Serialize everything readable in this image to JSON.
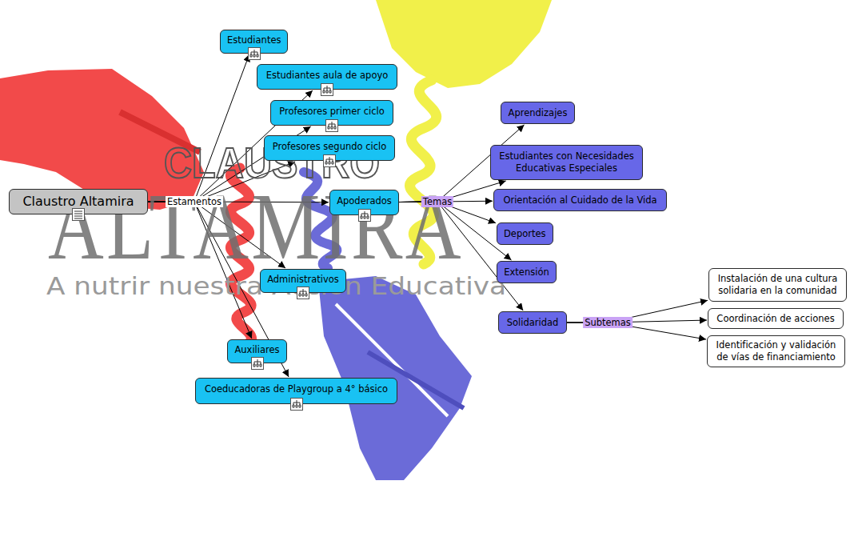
{
  "diagram": {
    "nodes": [
      {
        "text": [
          "Claustro Altamira"
        ]
      },
      {
        "text": [
          "Estudiantes"
        ]
      },
      {
        "text": [
          "Estudiantes aula de apoyo"
        ]
      },
      {
        "text": [
          "Profesores primer ciclo"
        ]
      },
      {
        "text": [
          "Profesores segundo ciclo"
        ]
      },
      {
        "text": [
          "Apoderados"
        ]
      },
      {
        "text": [
          "Administrativos"
        ]
      },
      {
        "text": [
          "Auxiliares"
        ]
      },
      {
        "text": [
          "Coeducadoras de Playgroup a 4° básico"
        ]
      },
      {
        "text": [
          "Aprendizajes"
        ]
      },
      {
        "text": [
          "Estudiantes con Necesidades Educativas Especiales"
        ]
      },
      {
        "text": [
          "Orientación al Cuidado de la Vida"
        ]
      },
      {
        "text": [
          "Deportes"
        ]
      },
      {
        "text": [
          "Extensión"
        ]
      },
      {
        "text": [
          "Solidaridad"
        ]
      },
      {
        "text": [
          "Instalación de una cultura solidaria en la comunidad"
        ]
      },
      {
        "text": [
          "Coordinación de acciones"
        ]
      },
      {
        "text": [
          "Identificación y validación de vías de financiamiento"
        ]
      }
    ],
    "edges": [
      {
        "from": 0,
        "to": 1,
        "arrow": "to"
      },
      {
        "from": 0,
        "to": 2,
        "arrow": "to"
      },
      {
        "from": 0,
        "to": 3,
        "arrow": "to"
      },
      {
        "from": 0,
        "to": 4,
        "arrow": "to"
      },
      {
        "from": 0,
        "to": 5,
        "arrow": "to"
      },
      {
        "from": 0,
        "to": 6,
        "arrow": "to"
      },
      {
        "from": 0,
        "to": 7,
        "arrow": "to"
      },
      {
        "from": 0,
        "to": 8,
        "arrow": "to"
      },
      {
        "from": 5,
        "to": 9,
        "arrow": "to"
      },
      {
        "from": 5,
        "to": 10,
        "arrow": "to"
      },
      {
        "from": 5,
        "to": 11,
        "arrow": "to"
      },
      {
        "from": 5,
        "to": 12,
        "arrow": "to"
      },
      {
        "from": 5,
        "to": 13,
        "arrow": "to"
      },
      {
        "from": 5,
        "to": 14,
        "arrow": "to"
      },
      {
        "from": 14,
        "to": 15,
        "arrow": "to"
      },
      {
        "from": 14,
        "to": 16,
        "arrow": "to"
      },
      {
        "from": 14,
        "to": 17,
        "arrow": "to"
      }
    ],
    "labels": [
      "CLAUSTRO",
      "ALTAMIRA",
      "A nutrir nuestra Acción Educativa",
      "Estamentos",
      "Temas",
      "Subtemas"
    ]
  }
}
